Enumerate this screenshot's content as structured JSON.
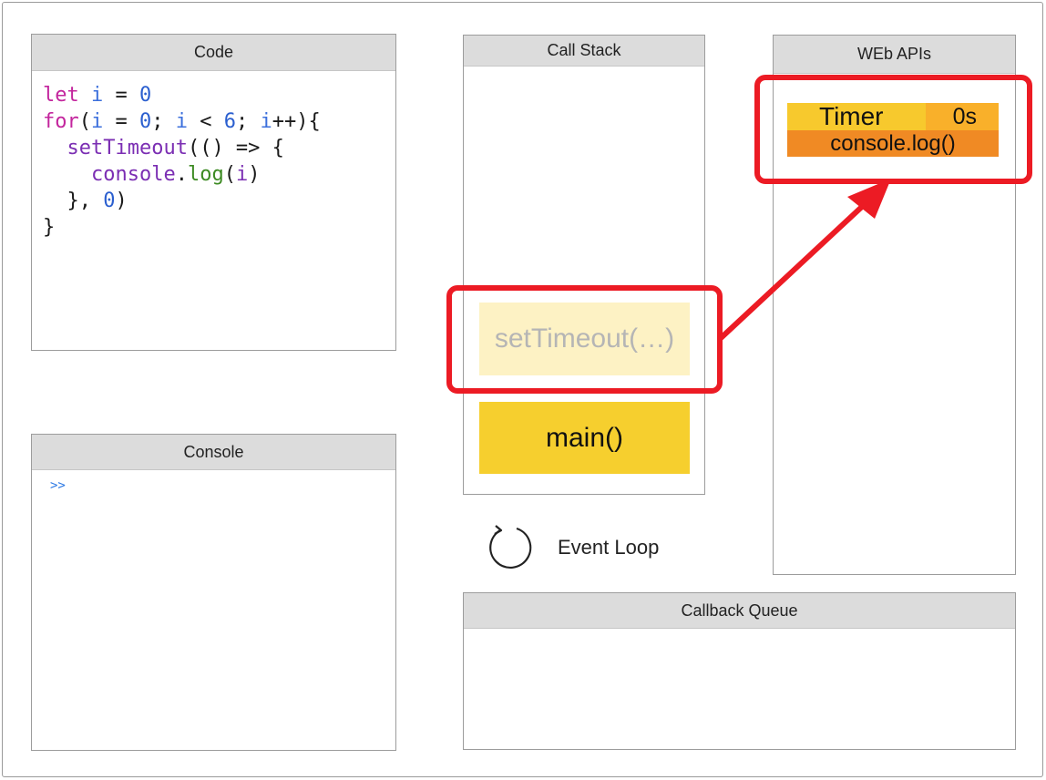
{
  "code": {
    "title": "Code",
    "lines": [
      [
        {
          "t": "let ",
          "c": "kw"
        },
        {
          "t": "i",
          "c": "var"
        },
        {
          "t": " = ",
          "c": "plain"
        },
        {
          "t": "0",
          "c": "num"
        }
      ],
      [
        {
          "t": "for",
          "c": "kw"
        },
        {
          "t": "(",
          "c": "plain"
        },
        {
          "t": "i",
          "c": "var"
        },
        {
          "t": " = ",
          "c": "plain"
        },
        {
          "t": "0",
          "c": "num"
        },
        {
          "t": "; ",
          "c": "plain"
        },
        {
          "t": "i",
          "c": "var"
        },
        {
          "t": " < ",
          "c": "plain"
        },
        {
          "t": "6",
          "c": "num"
        },
        {
          "t": "; ",
          "c": "plain"
        },
        {
          "t": "i",
          "c": "var"
        },
        {
          "t": "++){",
          "c": "plain"
        }
      ],
      [
        {
          "t": "  ",
          "c": "plain"
        },
        {
          "t": "setTimeout",
          "c": "fn"
        },
        {
          "t": "(() => {",
          "c": "plain"
        }
      ],
      [
        {
          "t": "    ",
          "c": "plain"
        },
        {
          "t": "console",
          "c": "fn"
        },
        {
          "t": ".",
          "c": "plain"
        },
        {
          "t": "log",
          "c": "mth"
        },
        {
          "t": "(",
          "c": "plain"
        },
        {
          "t": "i",
          "c": "fn"
        },
        {
          "t": ")",
          "c": "plain"
        }
      ],
      [
        {
          "t": "  }, ",
          "c": "plain"
        },
        {
          "t": "0",
          "c": "num"
        },
        {
          "t": ")",
          "c": "plain"
        }
      ],
      [
        {
          "t": "}",
          "c": "plain"
        }
      ]
    ]
  },
  "console": {
    "title": "Console",
    "prompt": ">>"
  },
  "call_stack": {
    "title": "Call Stack",
    "frames": {
      "settimeout": "setTimeout(…)",
      "main": "main()"
    }
  },
  "web_apis": {
    "title": "WEb APIs",
    "timer": {
      "label": "Timer",
      "time": "0s",
      "callback": "console.log()"
    }
  },
  "event_loop": {
    "label": "Event Loop"
  },
  "callback_queue": {
    "title": "Callback Queue"
  },
  "colors": {
    "highlight": "#ec1b24",
    "main_frame": "#f6cf2e",
    "faded_frame": "#fdf2c4",
    "timer": "#f7c92d",
    "callback": "#f08a24"
  }
}
